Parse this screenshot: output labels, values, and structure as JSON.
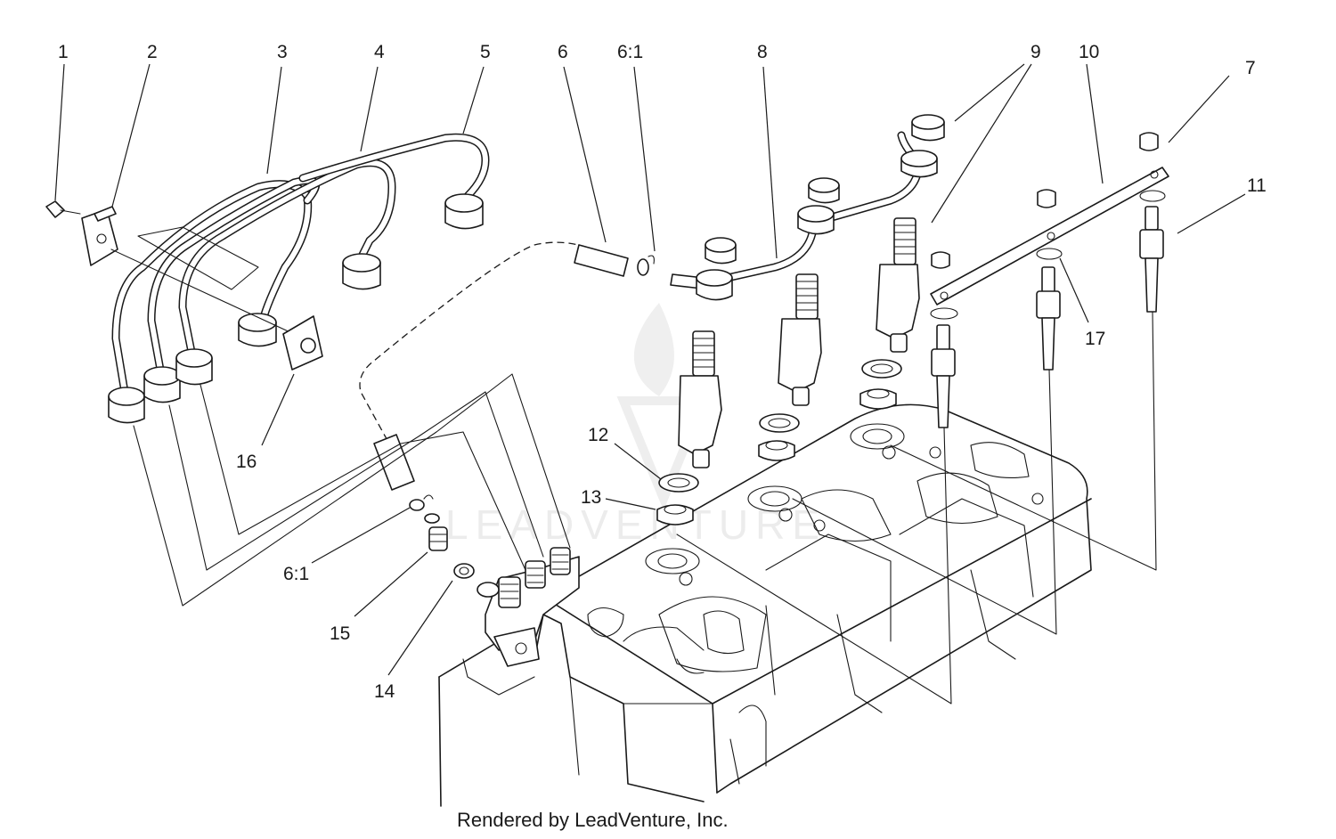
{
  "callouts": [
    {
      "id": "c1",
      "label": "1"
    },
    {
      "id": "c2",
      "label": "2"
    },
    {
      "id": "c3",
      "label": "3"
    },
    {
      "id": "c4",
      "label": "4"
    },
    {
      "id": "c5",
      "label": "5"
    },
    {
      "id": "c6",
      "label": "6"
    },
    {
      "id": "c6_1a",
      "label": "6:1"
    },
    {
      "id": "c8",
      "label": "8"
    },
    {
      "id": "c9",
      "label": "9"
    },
    {
      "id": "c10",
      "label": "10"
    },
    {
      "id": "c7",
      "label": "7"
    },
    {
      "id": "c11",
      "label": "11"
    },
    {
      "id": "c17",
      "label": "17"
    },
    {
      "id": "c16",
      "label": "16"
    },
    {
      "id": "c12",
      "label": "12"
    },
    {
      "id": "c13",
      "label": "13"
    },
    {
      "id": "c6_1b",
      "label": "6:1"
    },
    {
      "id": "c15",
      "label": "15"
    },
    {
      "id": "c14",
      "label": "14"
    }
  ],
  "watermark": "LEADVENTURE",
  "footer": "Rendered by LeadVenture, Inc."
}
